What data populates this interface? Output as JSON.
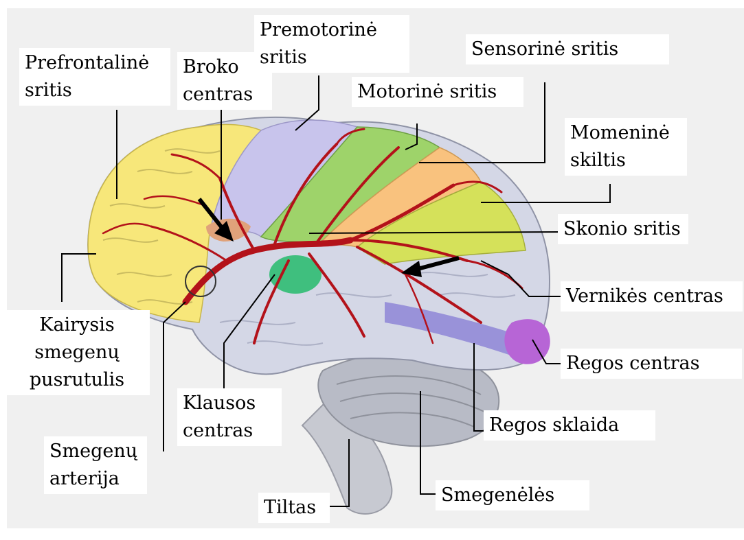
{
  "labels": {
    "prefrontal_line1": "Prefrontalinė",
    "prefrontal_line2": "sritis",
    "broca_line1": "Broko",
    "broca_line2": "centras",
    "premotor_line1": "Premotorinė",
    "premotor_line2": "sritis",
    "sensory": "Sensorinė sritis",
    "motor": "Motorinė sritis",
    "parietal_line1": "Momeninė",
    "parietal_line2": "skiltis",
    "taste": "Skonio sritis",
    "wernicke": "Vernikės centras",
    "visual_center": "Regos centras",
    "visual_radiation": "Regos sklaida",
    "hemisphere_line1": "Kairysis",
    "hemisphere_line2": "smegenų",
    "hemisphere_line3": "pusrutulis",
    "auditory_line1": "Klausos",
    "auditory_line2": "centras",
    "artery_line1": "Smegenų",
    "artery_line2": "arterija",
    "pons": "Tiltas",
    "cerebellum": "Smegenėlės"
  },
  "colors": {
    "prefrontal": "#f7e77a",
    "premotor": "#c8c4ec",
    "motor": "#9ed36a",
    "sensory": "#f9c27e",
    "parietal": "#d5e15a",
    "temporal": "#cfd3e8",
    "brainstem": "#c9cbd3",
    "cerebellum": "#b9bcc6",
    "visual_radiation": "#8e86d6",
    "visual_center": "#b765d6",
    "auditory": "#3fbf7e",
    "broca": "#e0a27a",
    "artery": "#b3121a"
  }
}
